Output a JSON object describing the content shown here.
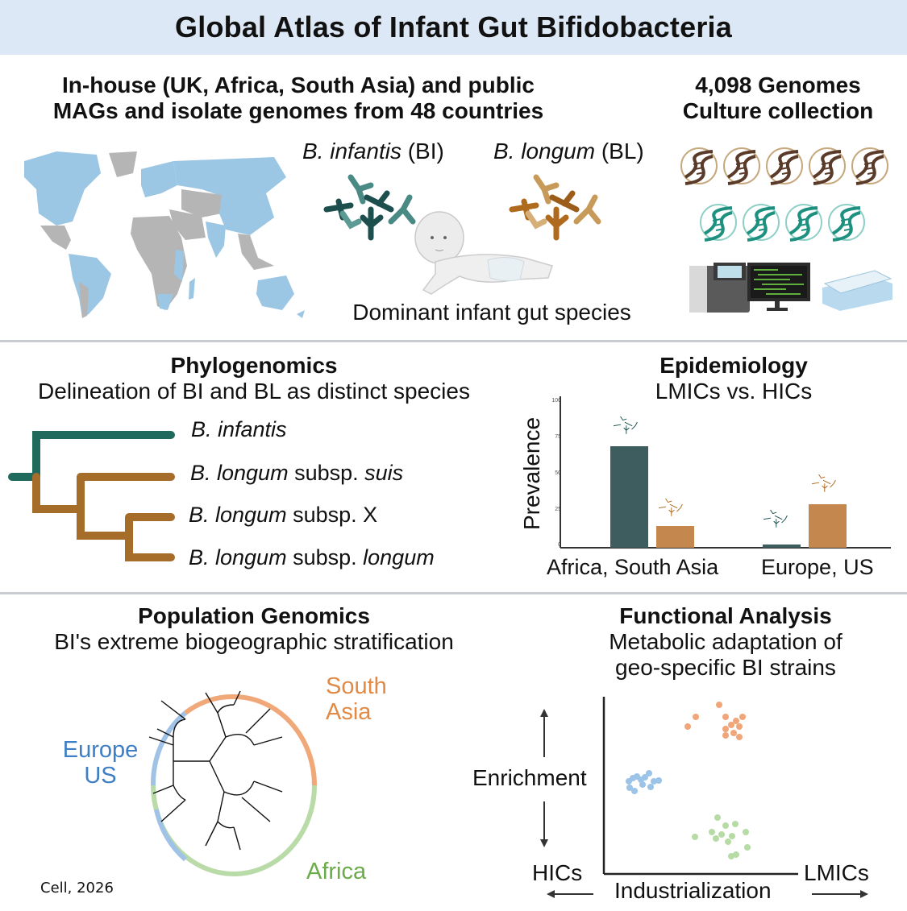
{
  "banner": {
    "title": "Global Atlas of Infant Gut Bifidobacteria",
    "bg_color": "#dce8f5"
  },
  "panels": {
    "datasets": {
      "title_line1": "In-house (UK, Africa, South Asia) and public",
      "title_line2": "MAGs and isolate genomes from 48 countries",
      "map": {
        "icon": "world-map-icon",
        "sampled_color": "#9cc7e4",
        "unsampled_color": "#b5b5b5"
      }
    },
    "species": {
      "bi_label_italic": "B. infantis",
      "bi_label_abbr": " (BI)",
      "bl_label_italic": "B. longum",
      "bl_label_abbr": " (BL)",
      "caption": "Dominant infant gut species",
      "bi_color": "#1f5a5a",
      "bl_color": "#b5702a",
      "icons": [
        "bacteria-cluster-icon",
        "infant-icon"
      ]
    },
    "genomes": {
      "title_line1": "4,098 Genomes",
      "title_line2": "Culture collection",
      "dna_brown_count": 5,
      "dna_teal_count": 4,
      "icons": [
        "dna-icon",
        "sequencer-icon",
        "monitor-icon",
        "well-plate-icon"
      ]
    },
    "phylogenomics": {
      "title": "Phylogenomics",
      "subtitle": "Delineation of BI and BL as distinct species",
      "leaves": [
        {
          "italic": "B. infantis",
          "plain": "",
          "italic2": ""
        },
        {
          "italic": "B. longum",
          "plain": " subsp. ",
          "italic2": "suis"
        },
        {
          "italic": "B. longum",
          "plain": " subsp. X",
          "italic2": ""
        },
        {
          "italic": "B. longum",
          "plain": " subsp. ",
          "italic2": "longum"
        }
      ],
      "bi_color": "#1f6a5c",
      "bl_color": "#a66d2a"
    },
    "epidemiology": {
      "title": "Epidemiology",
      "subtitle": "LMICs vs. HICs",
      "ylabel": "Prevalence",
      "yticks": [
        "100",
        "75",
        "50",
        "25",
        "0"
      ],
      "categories": [
        "Africa, South Asia",
        "Europe, US"
      ]
    },
    "population": {
      "title": "Population Genomics",
      "subtitle": "BI's extreme biogeographic stratification",
      "regions": {
        "south_asia_line1": "South",
        "south_asia_line2": "Asia",
        "europe_line1": "Europe",
        "europe_line2": "US",
        "africa": "Africa"
      },
      "colors": {
        "south_asia": "#f0a878",
        "europe": "#9fc2e6",
        "africa": "#b9dba8",
        "south_asia_text": "#e08a45",
        "europe_text": "#3d7fc4",
        "africa_text": "#6aab4a"
      }
    },
    "functional": {
      "title": "Functional Analysis",
      "subtitle_line1": "Metabolic adaptation of",
      "subtitle_line2": "geo-specific BI strains",
      "ylabel": "Enrichment",
      "xlabel": "Industrialization",
      "x_left": "HICs",
      "x_right": "LMICs"
    }
  },
  "citation": "Cell, 2026",
  "chart_data": [
    {
      "type": "bar",
      "title": "Epidemiology: LMICs vs. HICs",
      "xlabel": "",
      "ylabel": "Prevalence",
      "ylim": [
        0,
        100
      ],
      "yticks": [
        0,
        25,
        50,
        75,
        100
      ],
      "categories": [
        "Africa, South Asia",
        "Europe, US"
      ],
      "series": [
        {
          "name": "B. infantis (BI)",
          "color": "#3d5d5f",
          "values": [
            70,
            2
          ]
        },
        {
          "name": "B. longum (BL)",
          "color": "#c4884f",
          "values": [
            15,
            30
          ]
        }
      ],
      "grid": false,
      "legend": "icon markers above bars"
    },
    {
      "type": "scatter",
      "title": "Functional Analysis",
      "xlabel": "Industrialization (HICs ← → LMICs)",
      "ylabel": "Enrichment",
      "series": [
        {
          "name": "Europe/US",
          "color": "#9cc3e8",
          "points": [
            [
              0.15,
              0.55
            ],
            [
              0.17,
              0.53
            ],
            [
              0.18,
              0.54
            ],
            [
              0.2,
              0.54
            ],
            [
              0.21,
              0.52
            ],
            [
              0.22,
              0.56
            ],
            [
              0.23,
              0.51
            ],
            [
              0.26,
              0.53
            ],
            [
              0.14,
              0.49
            ],
            [
              0.16,
              0.48
            ],
            [
              0.25,
              0.5
            ],
            [
              0.28,
              0.52
            ]
          ]
        },
        {
          "name": "South Asia",
          "color": "#f0a678",
          "points": [
            [
              0.52,
              0.88
            ],
            [
              0.56,
              0.83
            ],
            [
              0.66,
              0.96
            ],
            [
              0.69,
              0.9
            ],
            [
              0.71,
              0.87
            ],
            [
              0.69,
              0.84
            ],
            [
              0.73,
              0.86
            ],
            [
              0.75,
              0.88
            ],
            [
              0.76,
              0.91
            ],
            [
              0.69,
              0.81
            ],
            [
              0.73,
              0.82
            ],
            [
              0.76,
              0.8
            ]
          ]
        },
        {
          "name": "Africa",
          "color": "#b7dba5",
          "points": [
            [
              0.56,
              0.16
            ],
            [
              0.63,
              0.18
            ],
            [
              0.64,
              0.15
            ],
            [
              0.66,
              0.17
            ],
            [
              0.67,
              0.21
            ],
            [
              0.68,
              0.14
            ],
            [
              0.7,
              0.16
            ],
            [
              0.72,
              0.22
            ],
            [
              0.78,
              0.2
            ],
            [
              0.78,
              0.11
            ],
            [
              0.71,
              0.07
            ],
            [
              0.73,
              0.08
            ],
            [
              0.66,
              0.24
            ]
          ]
        }
      ]
    }
  ]
}
